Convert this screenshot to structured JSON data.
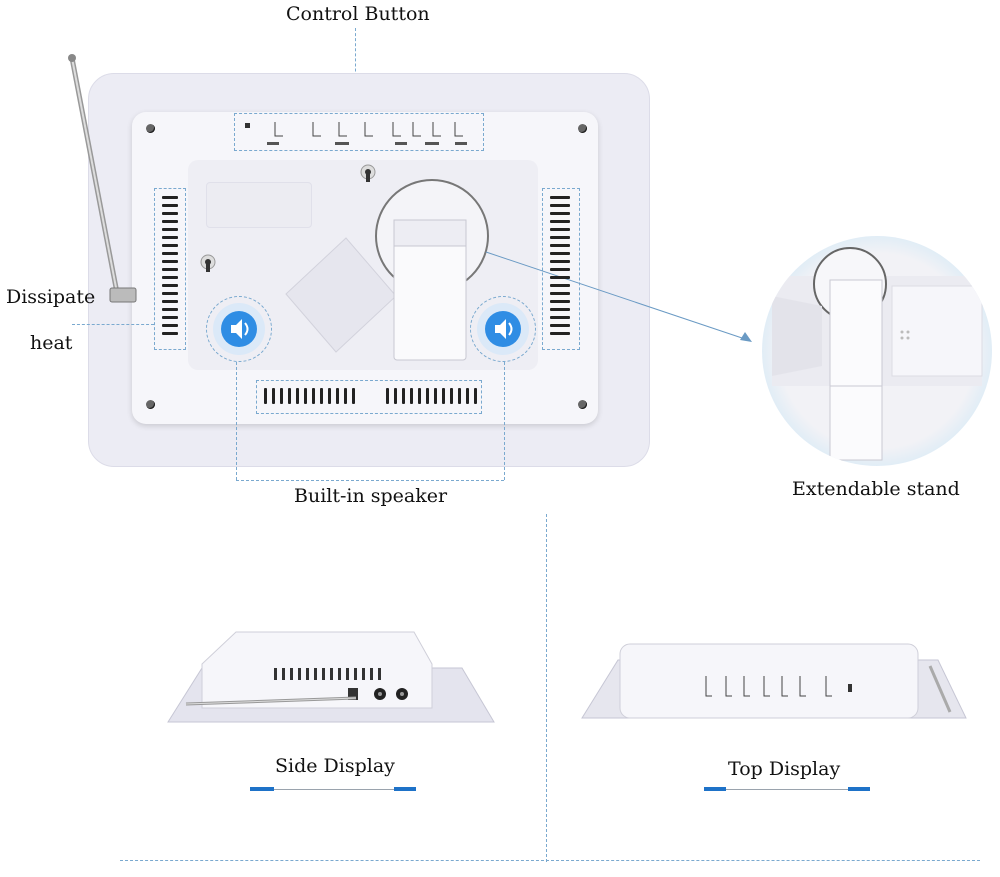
{
  "labels": {
    "control_button": "Control Button",
    "dissipate": "Dissipate",
    "heat": "heat",
    "built_in_speaker": "Built-in speaker",
    "extendable_stand": "Extendable stand",
    "side_display": "Side Display",
    "top_display": "Top Display"
  },
  "colors": {
    "accent_blue": "#1e72c8",
    "dashed_guide": "#7aa9cf",
    "speaker_blue": "#2f8de4",
    "device_white": "#f4f4f8",
    "acrylic_frame": "#e9e9f2"
  },
  "icons": [
    "speaker-icon",
    "antenna",
    "screw",
    "vent",
    "keyhole"
  ]
}
